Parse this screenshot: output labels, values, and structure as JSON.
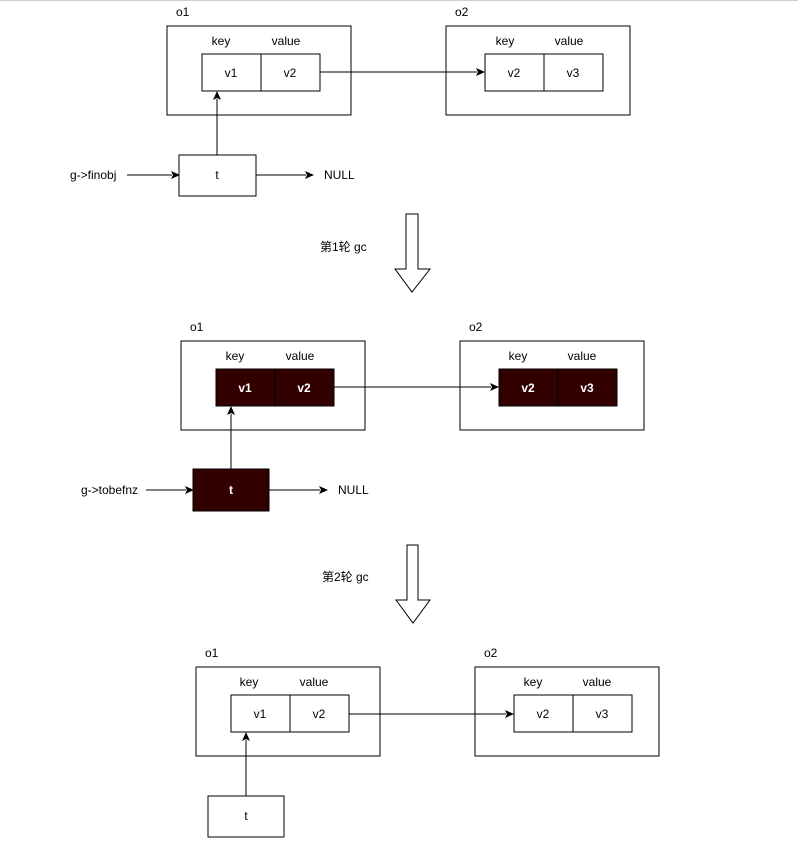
{
  "colors": {
    "highlight": "#330000",
    "highlight_text": "#ffffff",
    "stroke": "#000000"
  },
  "stages": [
    {
      "o1": {
        "title": "o1",
        "key_header": "key",
        "value_header": "value",
        "key": "v1",
        "value": "v2"
      },
      "o2": {
        "title": "o2",
        "key_header": "key",
        "value_header": "value",
        "key": "v2",
        "value": "v3"
      },
      "list_head": "g->finobj",
      "node": "t",
      "null_label": "NULL",
      "highlighted": false
    },
    {
      "o1": {
        "title": "o1",
        "key_header": "key",
        "value_header": "value",
        "key": "v1",
        "value": "v2"
      },
      "o2": {
        "title": "o2",
        "key_header": "key",
        "value_header": "value",
        "key": "v2",
        "value": "v3"
      },
      "list_head": "g->tobefnz",
      "node": "t",
      "null_label": "NULL",
      "highlighted": true
    },
    {
      "o1": {
        "title": "o1",
        "key_header": "key",
        "value_header": "value",
        "key": "v1",
        "value": "v2"
      },
      "o2": {
        "title": "o2",
        "key_header": "key",
        "value_header": "value",
        "key": "v2",
        "value": "v3"
      },
      "node": "t",
      "highlighted": false
    }
  ],
  "transitions": [
    {
      "label": "第1轮 gc"
    },
    {
      "label": "第2轮 gc"
    }
  ]
}
